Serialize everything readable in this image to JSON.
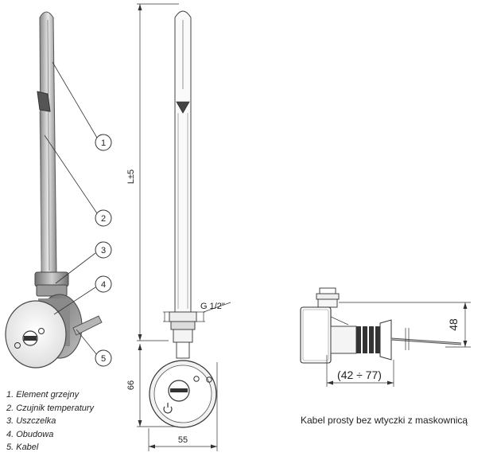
{
  "callouts": [
    "1",
    "2",
    "3",
    "4",
    "5"
  ],
  "legend": [
    "1. Element grzejny",
    "2. Czujnik temperatury",
    "3. Uszczelka",
    "4. Obudowa",
    "5. Kabel"
  ],
  "dimensions": {
    "length": "L±5",
    "thread": "G 1/2\"",
    "height": "66",
    "width": "55",
    "side_height": "48",
    "side_range": "(42 ÷ 77)"
  },
  "caption": "Kabel prosty bez wtyczki z maskownicą"
}
